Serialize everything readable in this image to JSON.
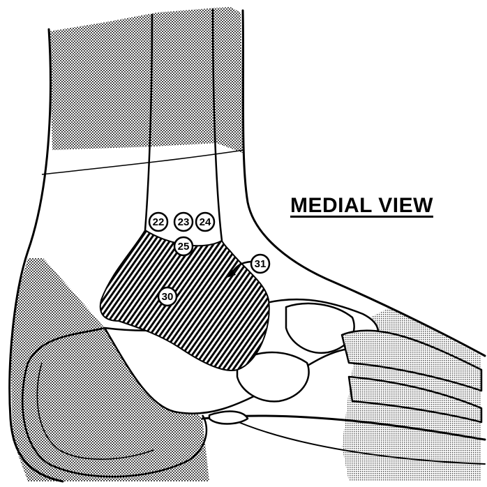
{
  "title": "MEDIAL VIEW",
  "callouts": [
    {
      "id": "c22",
      "label": "22"
    },
    {
      "id": "c23",
      "label": "23"
    },
    {
      "id": "c24",
      "label": "24"
    },
    {
      "id": "c25",
      "label": "25"
    },
    {
      "id": "c30",
      "label": "30"
    },
    {
      "id": "c31",
      "label": "31"
    }
  ],
  "colors": {
    "outline": "#000000",
    "stipple": "#8a8a8a",
    "background": "#ffffff"
  }
}
